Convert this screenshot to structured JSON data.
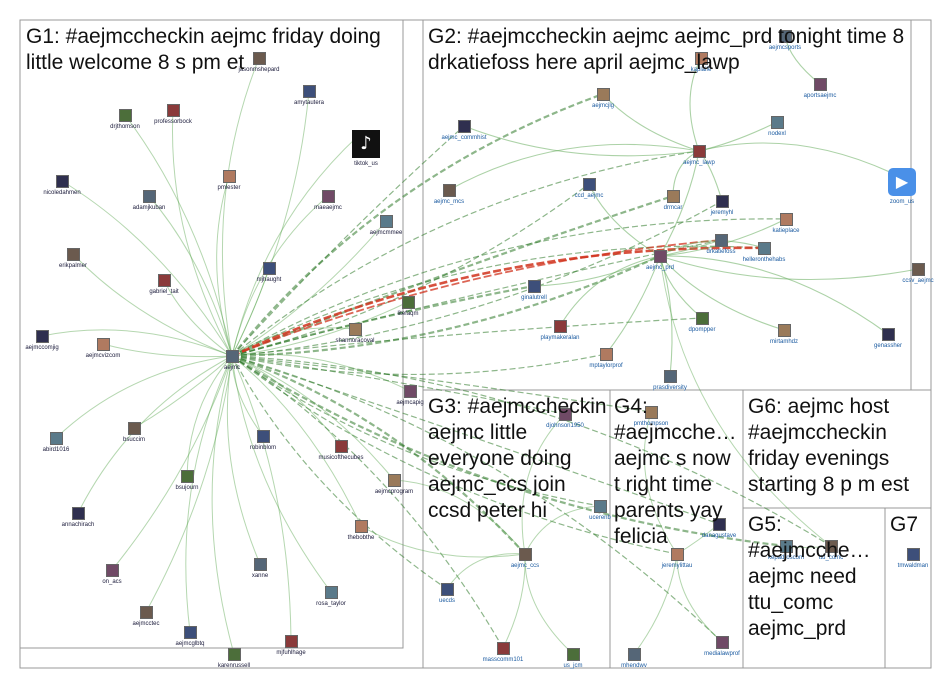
{
  "colors": {
    "edge": "#5aa64f",
    "edge_dark": "#2f7a2a",
    "edge_strong": "#d0321c",
    "border": "#999999",
    "label_g1": "#1a1a3a",
    "label_other": "#1a5aa0"
  },
  "groups": [
    {
      "id": "G1",
      "label": "G1: #aejmccheckin aejmc friday doing little welcome 8 s pm et"
    },
    {
      "id": "G2",
      "label": "G2: #aejmccheckin aejmc aejmc_prd tonight time 8 drkatiefoss here april aejmc_lawp"
    },
    {
      "id": "G3",
      "label": "G3: #aejmccheckin aejmc little everyone doing aejmc_ccs join ccsd peter hi"
    },
    {
      "id": "G4",
      "label": "G4: #aejmcche… aejmc s now t right time parents yay felicia"
    },
    {
      "id": "G6",
      "label": "G6: aejmc host #aejmccheckin friday evenings starting 8 p m est"
    },
    {
      "id": "G5",
      "label": "G5: #aejmcche… aejmc need ttu_comc aejmc_prd"
    },
    {
      "id": "G7",
      "label": "G7"
    }
  ],
  "nodes": [
    {
      "name": "jasonmshepard",
      "icon": "avatar"
    },
    {
      "name": "amytautera",
      "icon": "avatar"
    },
    {
      "name": "professorbock",
      "icon": "avatar"
    },
    {
      "name": "drjthomson",
      "icon": "avatar"
    },
    {
      "name": "tiktok_us",
      "icon": "tiktok-logo"
    },
    {
      "name": "nicoledahmen",
      "icon": "avatar"
    },
    {
      "name": "pmlester",
      "icon": "avatar"
    },
    {
      "name": "adamjkuban",
      "icon": "avatar"
    },
    {
      "name": "maeaejmc",
      "icon": "avatar"
    },
    {
      "name": "aejmcmmee",
      "icon": "avatar"
    },
    {
      "name": "erikpalmer",
      "icon": "avatar"
    },
    {
      "name": "mjhaught",
      "icon": "avatar"
    },
    {
      "name": "gabriel_tait",
      "icon": "avatar"
    },
    {
      "name": "litefaqm",
      "icon": "avatar"
    },
    {
      "name": "shannoracoval",
      "icon": "avatar"
    },
    {
      "name": "aejmccomjig",
      "icon": "avatar"
    },
    {
      "name": "aejmcvizcom",
      "icon": "avatar"
    },
    {
      "name": "aejmc",
      "icon": "avatar"
    },
    {
      "name": "aejmcapig",
      "icon": "avatar"
    },
    {
      "name": "abird1016",
      "icon": "avatar"
    },
    {
      "name": "bsuccim",
      "icon": "avatar"
    },
    {
      "name": "robinblom",
      "icon": "avatar"
    },
    {
      "name": "musicofthecubes",
      "icon": "avatar"
    },
    {
      "name": "bsujourn",
      "icon": "avatar"
    },
    {
      "name": "aejmcprogram",
      "icon": "avatar"
    },
    {
      "name": "annachirach",
      "icon": "avatar"
    },
    {
      "name": "thebobthe",
      "icon": "avatar"
    },
    {
      "name": "xanne",
      "icon": "avatar"
    },
    {
      "name": "on_acs",
      "icon": "avatar"
    },
    {
      "name": "rosa_taylor",
      "icon": "avatar"
    },
    {
      "name": "aejmcctec",
      "icon": "avatar"
    },
    {
      "name": "aejmcglbtq",
      "icon": "avatar"
    },
    {
      "name": "mjfuhlhage",
      "icon": "avatar"
    },
    {
      "name": "karenrussell",
      "icon": "avatar"
    },
    {
      "name": "aejmcjlg",
      "icon": "avatar"
    },
    {
      "name": "aejmc_commhist",
      "icon": "avatar"
    },
    {
      "name": "kaplaife",
      "icon": "avatar"
    },
    {
      "name": "aejmcsports",
      "icon": "avatar"
    },
    {
      "name": "aportsaejmc",
      "icon": "avatar"
    },
    {
      "name": "nodexl",
      "icon": "avatar"
    },
    {
      "name": "aejmc_mcs",
      "icon": "avatar"
    },
    {
      "name": "ccd_aejmc",
      "icon": "avatar"
    },
    {
      "name": "aejmc_lawp",
      "icon": "avatar"
    },
    {
      "name": "zoom_us",
      "icon": "zoom-logo"
    },
    {
      "name": "drmcar",
      "icon": "avatar"
    },
    {
      "name": "jeremyhl",
      "icon": "avatar"
    },
    {
      "name": "katieplace",
      "icon": "avatar"
    },
    {
      "name": "drkatiefoss",
      "icon": "avatar"
    },
    {
      "name": "aejmc_prd",
      "icon": "avatar"
    },
    {
      "name": "helleronthehabs",
      "icon": "avatar"
    },
    {
      "name": "ccsv_aejmc",
      "icon": "avatar"
    },
    {
      "name": "ginalutrell",
      "icon": "avatar"
    },
    {
      "name": "playmakeralan",
      "icon": "avatar"
    },
    {
      "name": "dpompper",
      "icon": "avatar"
    },
    {
      "name": "mirtamhdz",
      "icon": "avatar"
    },
    {
      "name": "genassher",
      "icon": "avatar"
    },
    {
      "name": "mptaylorprof",
      "icon": "avatar"
    },
    {
      "name": "prasdiversity",
      "icon": "avatar"
    },
    {
      "name": "djohnson1950",
      "icon": "avatar"
    },
    {
      "name": "ucerenb",
      "icon": "avatar"
    },
    {
      "name": "aejmc_ccs",
      "icon": "avatar"
    },
    {
      "name": "uecds",
      "icon": "avatar"
    },
    {
      "name": "masscomm101",
      "icon": "avatar"
    },
    {
      "name": "us_jcm",
      "icon": "avatar"
    },
    {
      "name": "pmthompson",
      "icon": "avatar"
    },
    {
      "name": "danagustave",
      "icon": "avatar"
    },
    {
      "name": "jeremylittau",
      "icon": "avatar"
    },
    {
      "name": "mhendwv",
      "icon": "avatar"
    },
    {
      "name": "medialawprof",
      "icon": "avatar"
    },
    {
      "name": "kepadroscom",
      "icon": "avatar"
    },
    {
      "name": "ttu_comc",
      "icon": "avatar"
    },
    {
      "name": "tmwaldman",
      "icon": "avatar"
    }
  ]
}
